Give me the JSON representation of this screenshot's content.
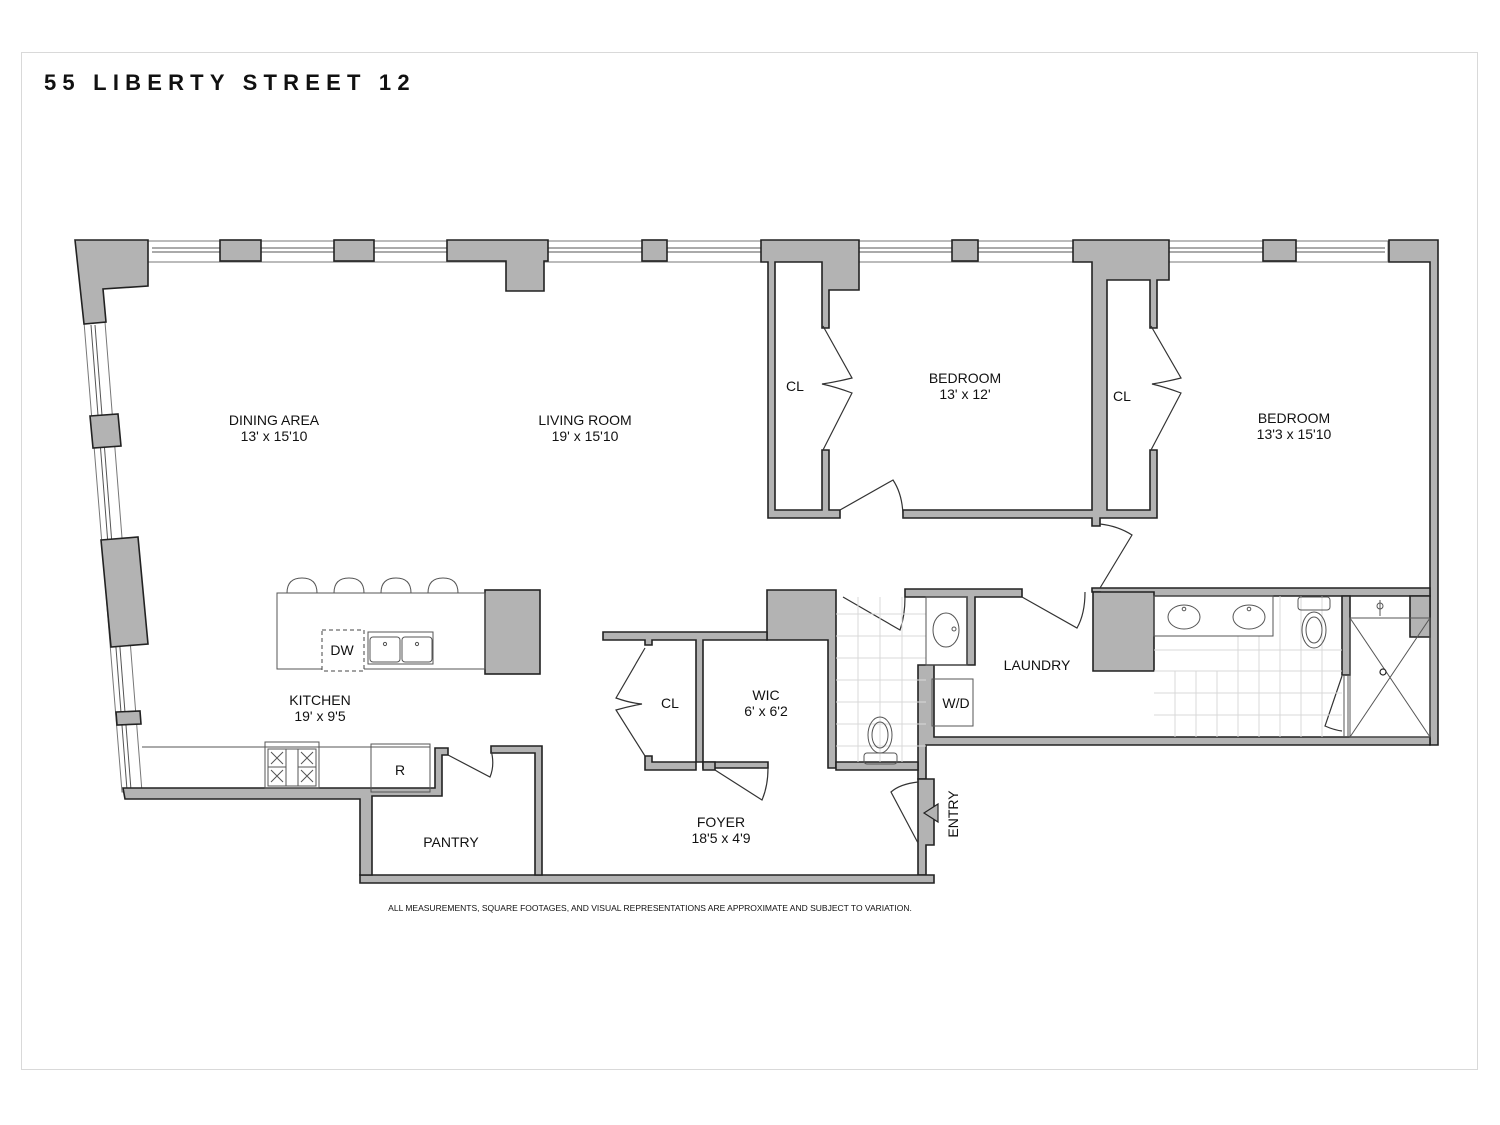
{
  "header": {
    "title": "55 LIBERTY STREET 12"
  },
  "rooms": {
    "dining": {
      "name": "DINING AREA",
      "size": "13' x 15'10"
    },
    "living": {
      "name": "LIVING ROOM",
      "size": "19' x 15'10"
    },
    "bedroom1": {
      "name": "BEDROOM",
      "size": "13' x 12'"
    },
    "bedroom2": {
      "name": "BEDROOM",
      "size": "13'3 x 15'10"
    },
    "kitchen": {
      "name": "KITCHEN",
      "size": "19' x 9'5"
    },
    "wic": {
      "name": "WIC",
      "size": "6' x 6'2"
    },
    "foyer": {
      "name": "FOYER",
      "size": "18'5 x 4'9"
    },
    "pantry": {
      "name": "PANTRY"
    },
    "laundry": {
      "name": "LAUNDRY"
    },
    "closet1": {
      "name": "CL"
    },
    "closet2": {
      "name": "CL"
    },
    "closet3": {
      "name": "CL"
    }
  },
  "fixtures": {
    "dishwasher": "DW",
    "refrigerator": "R",
    "washer_dryer": "W/D"
  },
  "entry": {
    "label": "ENTRY"
  },
  "footer": {
    "disclaimer": "ALL MEASUREMENTS, SQUARE FOOTAGES, AND VISUAL REPRESENTATIONS ARE APPROXIMATE AND SUBJECT TO VARIATION."
  },
  "colors": {
    "wall": "#b3b3b3",
    "outline": "#222222",
    "tile": "#d8d8d8"
  }
}
